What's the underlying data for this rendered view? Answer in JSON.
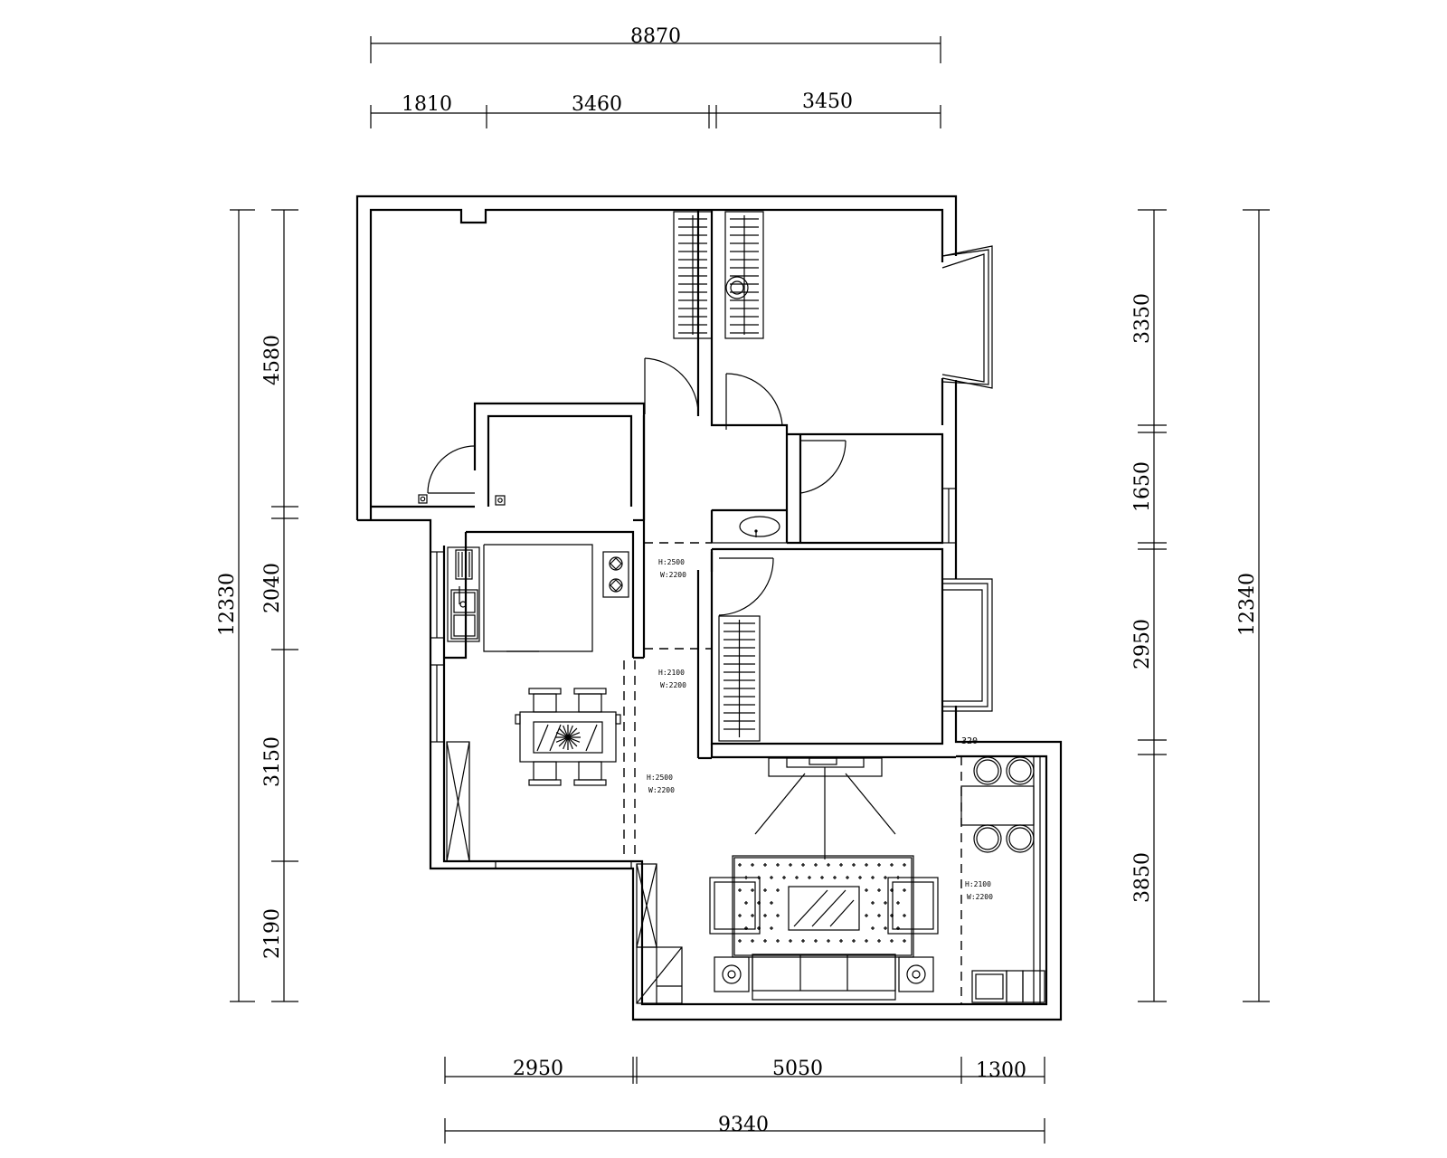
{
  "dimensions": {
    "top_total": "8870",
    "top_segments": [
      "1810",
      "3460",
      "3450"
    ],
    "left_total": "12330",
    "left_segments": [
      "4580",
      "2040",
      "3150",
      "2190"
    ],
    "right_total": "12340",
    "right_segments": [
      "3350",
      "1650",
      "2950",
      "3850"
    ],
    "bottom_segments": [
      "2950",
      "5050",
      "1300"
    ],
    "bottom_total": "9340"
  },
  "annotations": {
    "small_dim": "320",
    "opening_labels": [
      {
        "line1": "H:2500",
        "line2": "W:2200"
      },
      {
        "line1": "H:2100",
        "line2": "W:2200"
      },
      {
        "line1": "H:2500",
        "line2": "W:2200"
      },
      {
        "line1": "H:2100",
        "line2": "W:2200"
      }
    ]
  }
}
